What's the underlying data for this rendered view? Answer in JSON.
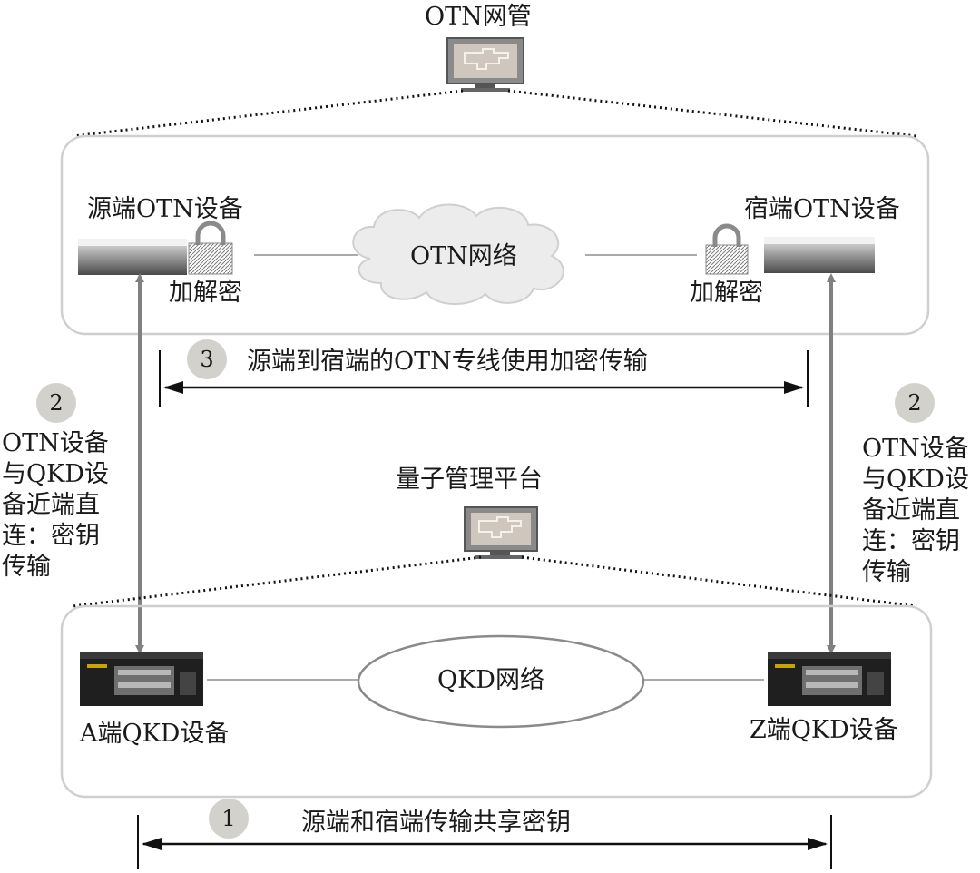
{
  "otn_manager": {
    "label": "OTN网管",
    "icon": "monitor-icon"
  },
  "otn_section": {
    "source_device": "源端OTN设备",
    "sink_device": "宿端OTN设备",
    "network": "OTN网络",
    "source_crypto": "加解密",
    "sink_crypto": "加解密"
  },
  "step3": {
    "number": "3",
    "text": "源端到宿端的OTN专线使用加密传输"
  },
  "step2_left": {
    "number": "2",
    "lines": [
      "OTN设备",
      "与QKD设",
      "备近端直",
      "连：密钥",
      "传输"
    ]
  },
  "step2_right": {
    "number": "2",
    "lines": [
      "OTN设备",
      "与QKD设",
      "备近端直",
      "连：密钥",
      "传输"
    ]
  },
  "quantum_platform": {
    "label": "量子管理平台",
    "icon": "monitor-icon"
  },
  "qkd_section": {
    "network": "QKD网络",
    "a_device": "A端QKD设备",
    "z_device": "Z端QKD设备"
  },
  "step1": {
    "number": "1",
    "text": "源端和宿端传输共享密钥"
  },
  "colors": {
    "arrow_gray": "#808080",
    "box_border": "#cfcfcf",
    "circle_fill": "#d3d1cc"
  }
}
